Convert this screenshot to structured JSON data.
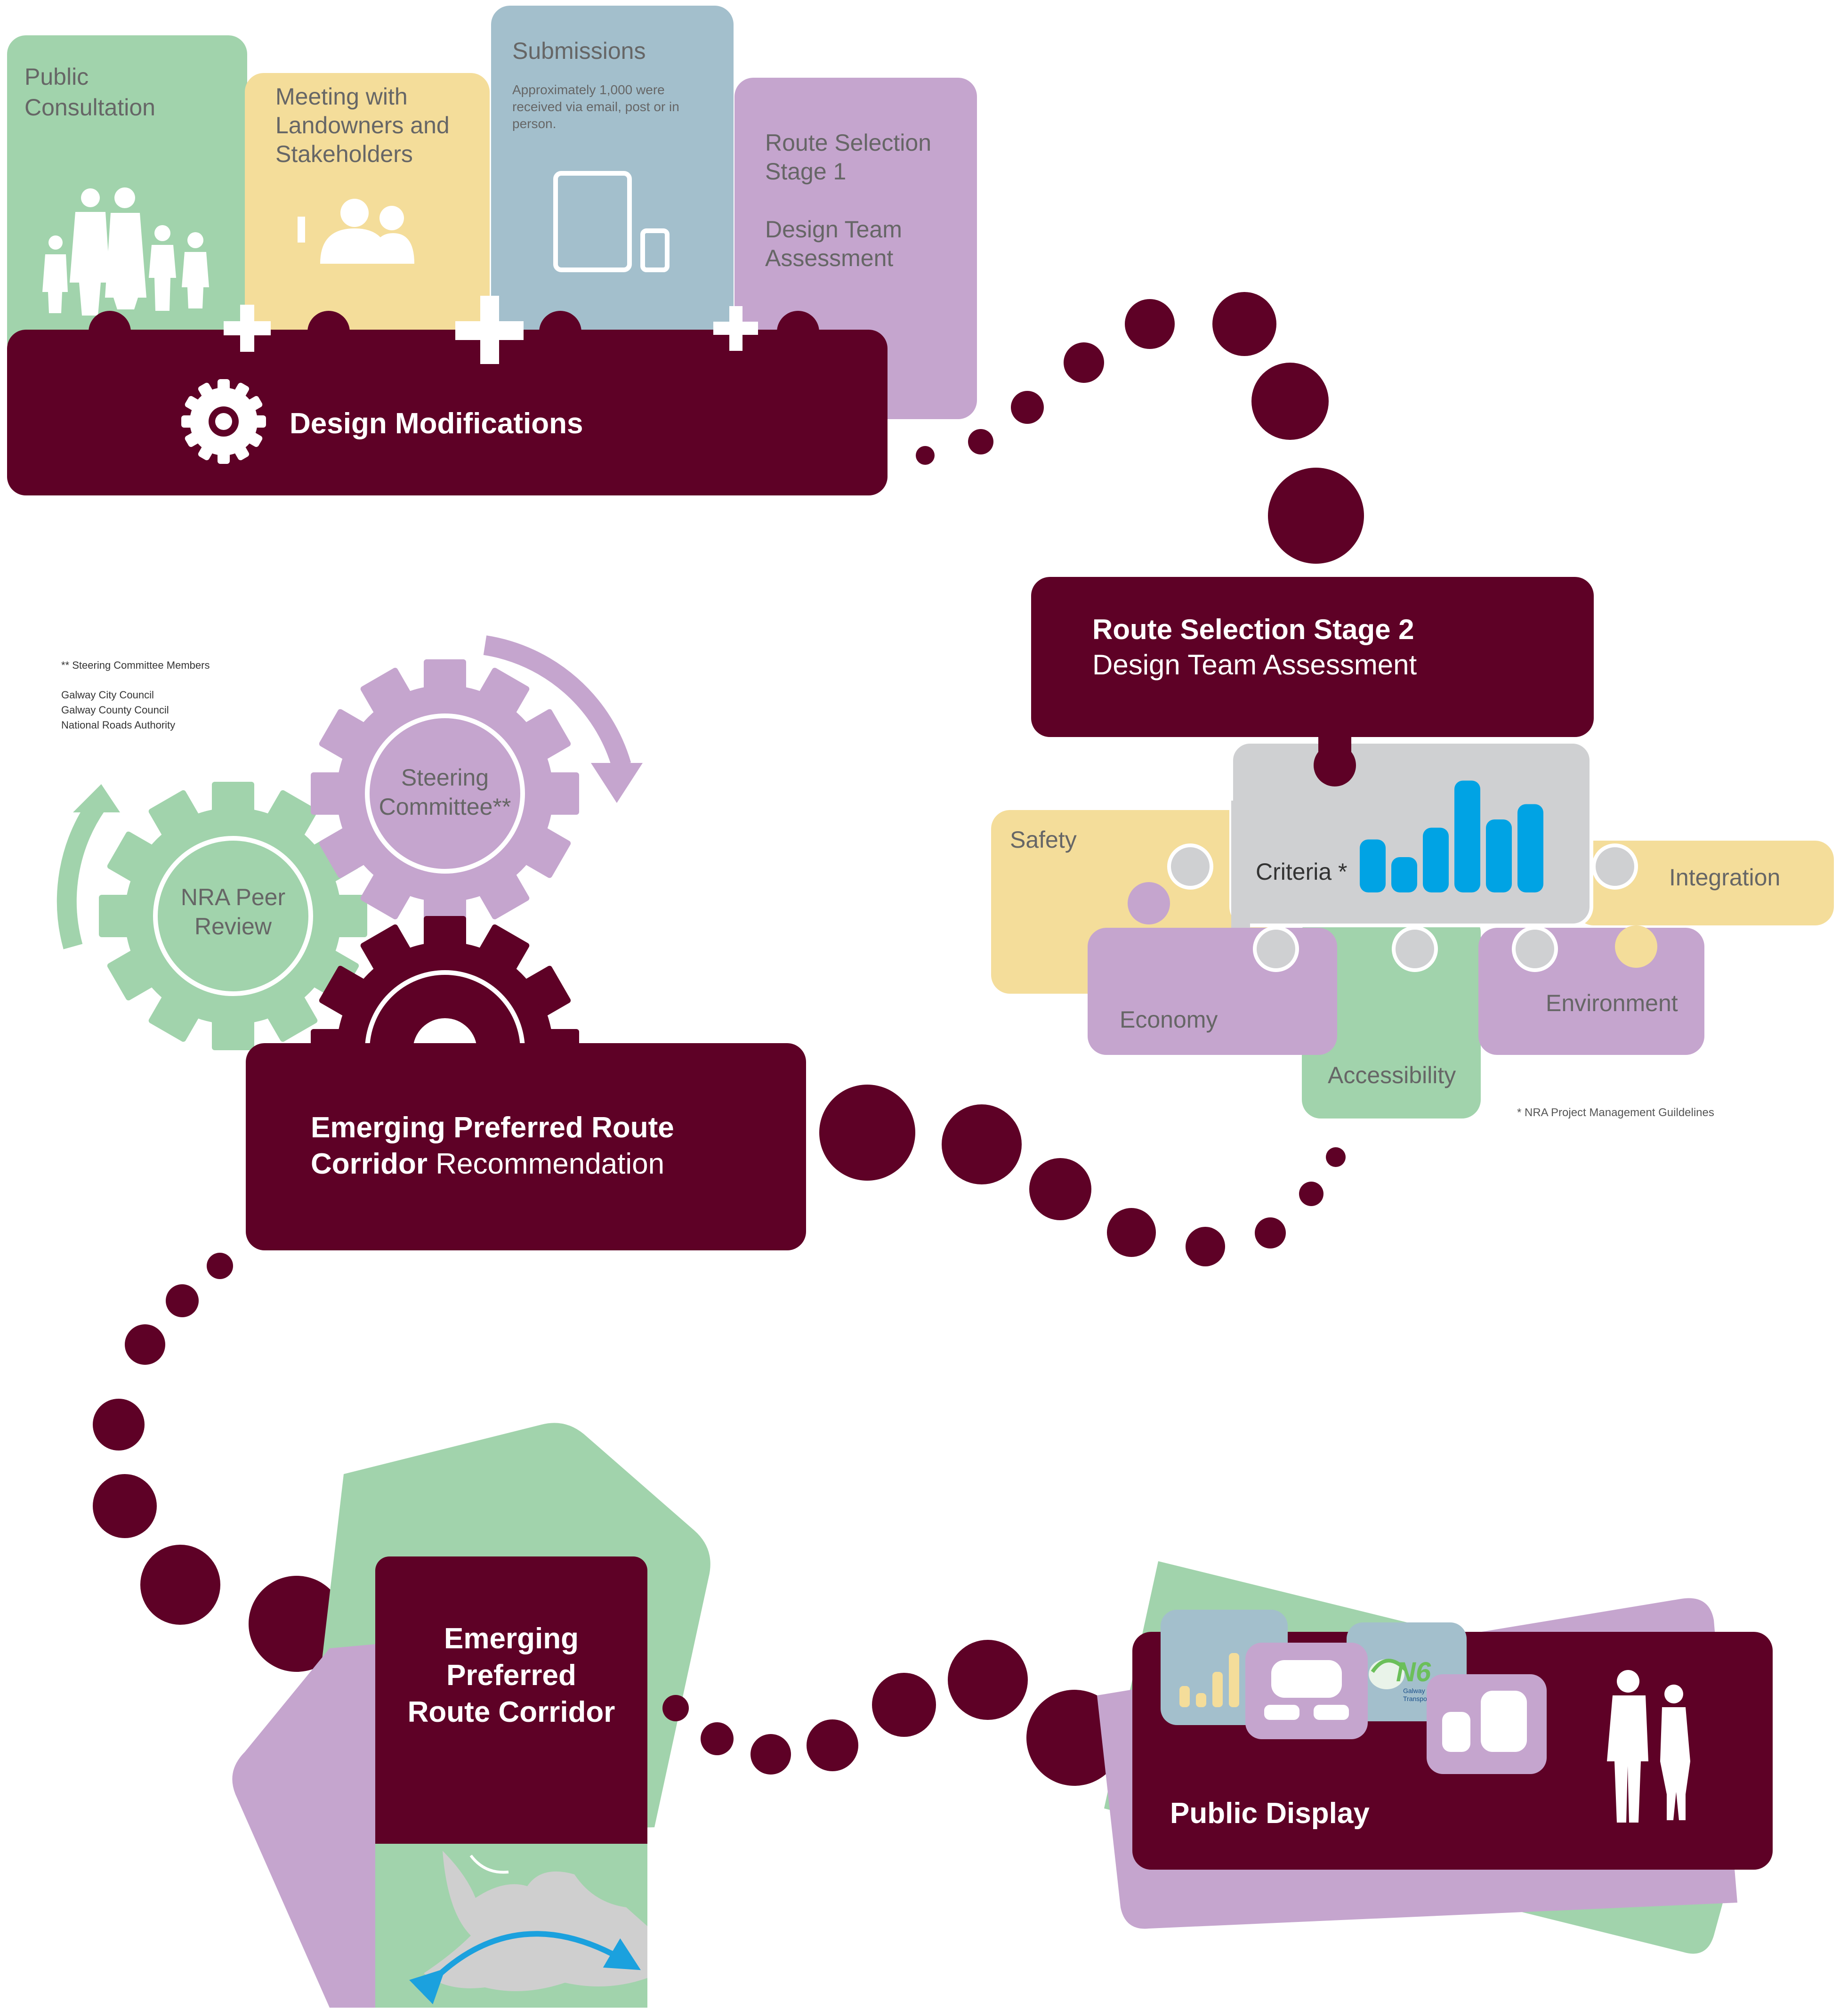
{
  "colors": {
    "maroon": "#5e0126",
    "green": "#a1d3ac",
    "yellow": "#f4dd9a",
    "blue": "#a3bfcc",
    "purple": "#c5a5ce",
    "grey": "#cfd0d2",
    "chart_blue": "#00a3e4",
    "arrow_blue": "#1ba1de",
    "text_grey": "#666666"
  },
  "top": {
    "card1": {
      "line1": "Public",
      "line2": "Consultation"
    },
    "card2": {
      "line1": "Meeting with",
      "line2": "Landowners and",
      "line3": "Stakeholders"
    },
    "card3": {
      "title": "Submissions",
      "note1": "Approximately 1,000 were",
      "note2": "received via email, post or in",
      "note3": "person."
    },
    "card4": {
      "line1": "Route Selection",
      "line2": "Stage 1",
      "line3": "Design Team",
      "line4": "Assessment"
    },
    "design_modifications": "Design Modifications"
  },
  "stage2": {
    "title": "Route Selection Stage 2",
    "subtitle": "Design Team Assessment",
    "criteria": "Criteria *",
    "safety": "Safety",
    "integration": "Integration",
    "economy": "Economy",
    "accessibility": "Accessibility",
    "environment": "Environment",
    "footnote": "* NRA Project Management Guildelines",
    "criteria_bars": [
      0.45,
      0.3,
      0.55,
      0.95,
      0.62,
      0.75
    ]
  },
  "gears": {
    "footnote_title": "** Steering Committee Members",
    "members": [
      "Galway City Council",
      "Galway County Council",
      "National Roads Authority"
    ],
    "steering_line1": "Steering",
    "steering_line2": "Committee**",
    "nra_line1": "NRA Peer",
    "nra_line2": "Review"
  },
  "emerging_box": {
    "line1": "Emerging Preferred Route",
    "line2_bold": "Corridor",
    "line2_rest": " Recommendation"
  },
  "corridor": {
    "line1": "Emerging",
    "line2": "Preferred",
    "line3": "Route Corridor"
  },
  "display": {
    "title": "Public Display",
    "logo_text": "N6",
    "logo_sub1": "Galway C",
    "logo_sub2": "Transpo"
  }
}
